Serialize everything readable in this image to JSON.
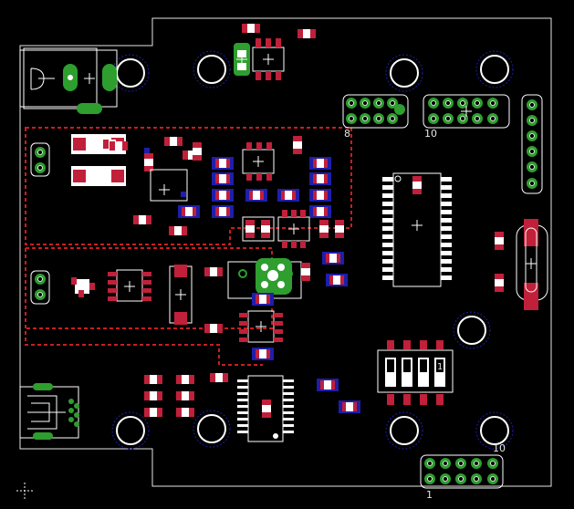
{
  "layers": {
    "background": "#000000",
    "outline": "#e6e6e6",
    "copper_pad": "#2e9e2e",
    "smd_pad": "#c0203a",
    "smd_pad_blue": "#1e1eaa",
    "body": "#ffffff",
    "ratsnest": "#c81e1e",
    "hole_ring": "#1e1eaa"
  },
  "labels": {
    "header_top_left_pin8": "8",
    "header_top_right_pin10": "10",
    "dip_switch_pin1": "1",
    "header_bottom_pin10": "10",
    "header_bottom_pin1": "1"
  }
}
